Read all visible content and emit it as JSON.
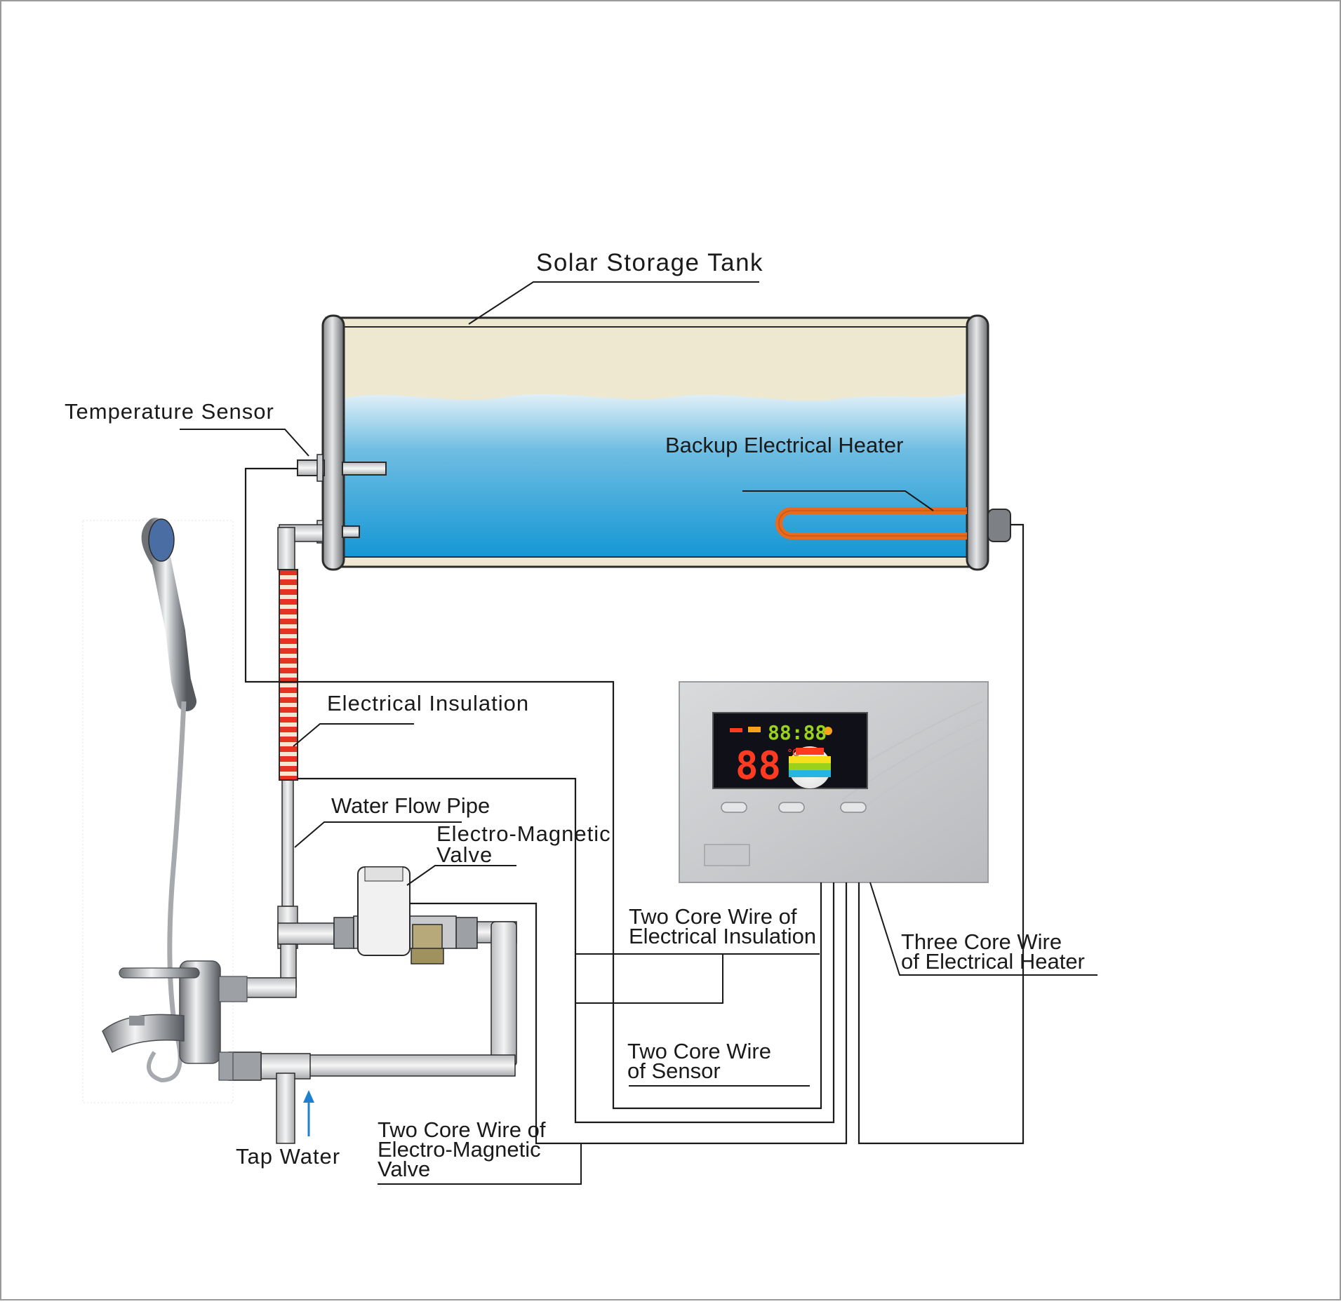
{
  "labels": {
    "solar_storage_tank": "Solar Storage Tank",
    "temperature_sensor": "Temperature Sensor",
    "backup_electrical_heater": "Backup Electrical Heater",
    "electrical_insulation": "Electrical Insulation",
    "water_flow_pipe": "Water Flow Pipe",
    "electro_magnetic_valve": [
      "Electro-Magnetic",
      "Valve"
    ],
    "two_core_wire_electrical_insulation": [
      "Two Core Wire of",
      "Electrical Insulation"
    ],
    "three_core_wire_electrical_heater": [
      "Three Core Wire",
      "of Electrical Heater"
    ],
    "two_core_wire_sensor": [
      "Two Core Wire",
      "of Sensor"
    ],
    "two_core_wire_electro_magnetic_valve": [
      "Two Core Wire of",
      "Electro-Magnetic",
      "Valve"
    ],
    "tap_water": "Tap Water"
  },
  "controller": {
    "display_small": "88:88",
    "display_temp": "88",
    "display_unit": "°C"
  },
  "colors": {
    "line": "#1a1a1a",
    "tank_frame": "#2b2b2b",
    "tank_band": "#efe8d0",
    "water_top": "#dcedf6",
    "water_bottom": "#1797d3",
    "heater": "#e86a1e",
    "insulation_red": "#e53222",
    "pipe": "#e3e3e3",
    "controller_body": "#cfd1d3",
    "display_bg": "#101018",
    "display_red": "#ff3a20",
    "display_green": "#9ad21b",
    "arrow_blue": "#1f7fd1"
  }
}
